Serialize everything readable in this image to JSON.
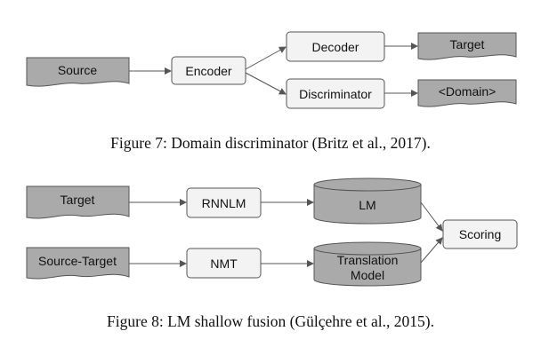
{
  "figure7": {
    "caption": "Figure 7: Domain discriminator (Britz et al., 2017).",
    "source": "Source",
    "encoder": "Encoder",
    "decoder": "Decoder",
    "discriminator": "Discriminator",
    "target": "Target",
    "domain": "<Domain>"
  },
  "figure8": {
    "caption": "Figure 8: LM shallow fusion (Gülçehre et al., 2015).",
    "target": "Target",
    "source_target": "Source-Target",
    "rnnlm": "RNNLM",
    "nmt": "NMT",
    "lm": "LM",
    "translation_model_line1": "Translation",
    "translation_model_line2": "Model",
    "scoring": "Scoring"
  },
  "colors": {
    "data_shape_fill": "#aaaaaa",
    "process_box_fill": "#f3f3f3",
    "stroke": "#555555",
    "arrow": "#555555"
  }
}
